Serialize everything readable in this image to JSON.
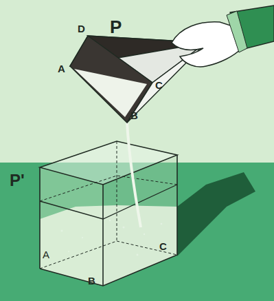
{
  "diagram": {
    "labels": [
      "D",
      "P",
      "A",
      "C",
      "B",
      "P'",
      "A",
      "B",
      "C"
    ]
  }
}
